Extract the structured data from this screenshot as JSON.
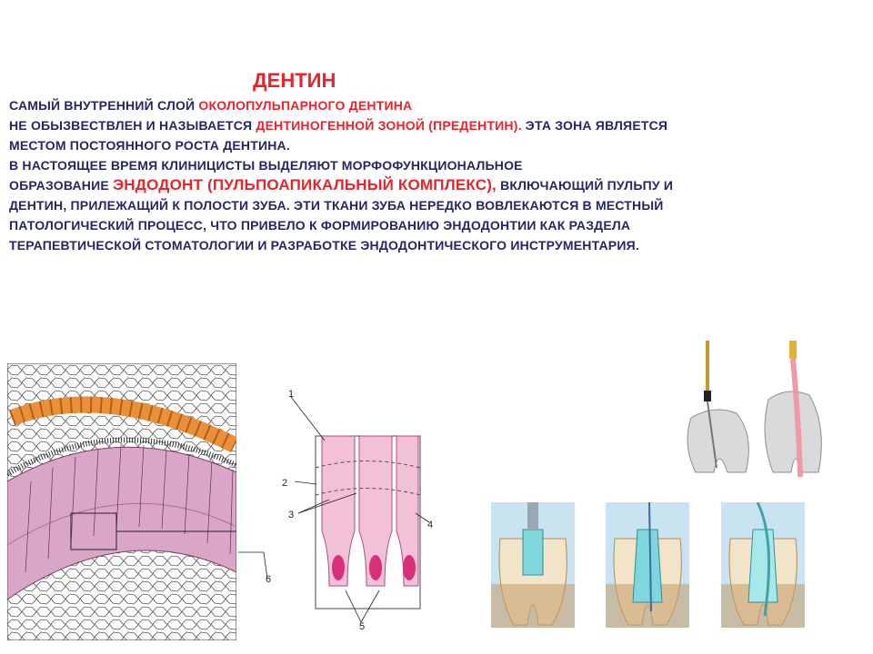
{
  "title": "ДЕНТИН",
  "lines": {
    "l1a": "САМЫЙ ВНУТРЕННИЙ СЛОЙ ",
    "l1b": "ОКОЛОПУЛЬПАРНОГО ДЕНТИНА",
    "l2a": "НЕ ОБЫЗВЕСТВЛЕН И НАЗЫВАЕТСЯ ",
    "l2b": "ДЕНТИНОГЕННОЙ ЗОНОЙ (ПРЕДЕНТИН).",
    "l2c": " ЭТА ЗОНА ЯВЛЯЕТСЯ",
    "l3": "МЕСТОМ ПОСТОЯННОГО РОСТА ДЕНТИНА.",
    "l4": "В НАСТОЯЩЕЕ ВРЕМЯ КЛИНИЦИСТЫ ВЫДЕЛЯЮТ МОРФОФУНКЦИОНАЛЬНОЕ",
    "l5a": "ОБРАЗОВАНИЕ ",
    "l5b": "ЭНДОДОНТ (ПУЛЬПОАПИКАЛЬНЫЙ КОМПЛЕКС),",
    "l5c": " ВКЛЮЧАЮЩИЙ ПУЛЬПУ И",
    "l6": "ДЕНТИН, ПРИЛЕЖАЩИЙ К ПОЛОСТИ ЗУБА. ЭТИ ТКАНИ ЗУБА НЕРЕДКО ВОВЛЕКАЮТСЯ В МЕСТНЫЙ",
    "l7": "ПАТОЛОГИЧЕСКИЙ ПРОЦЕСС, ЧТО ПРИВЕЛО К ФОРМИРОВАНИЮ ЭНДОДОНТИИ КАК РАЗДЕЛА",
    "l8": "ТЕРАПЕВТИЧЕСКОЙ СТОМАТОЛОГИИ И РАЗРАБОТКЕ  ЭНДОДОНТИЧЕСКОГО ИНСТРУМЕНТАРИЯ."
  },
  "diagram_labels": {
    "n1": "1",
    "n2": "2",
    "n3": "3",
    "n4": "4",
    "n5": "5",
    "n6": "6"
  },
  "colors": {
    "title_red": "#e8242b",
    "text_navy": "#262662",
    "dentin_pink": "#d9a6c8",
    "odontoblast_orange": "#e8913a"
  }
}
